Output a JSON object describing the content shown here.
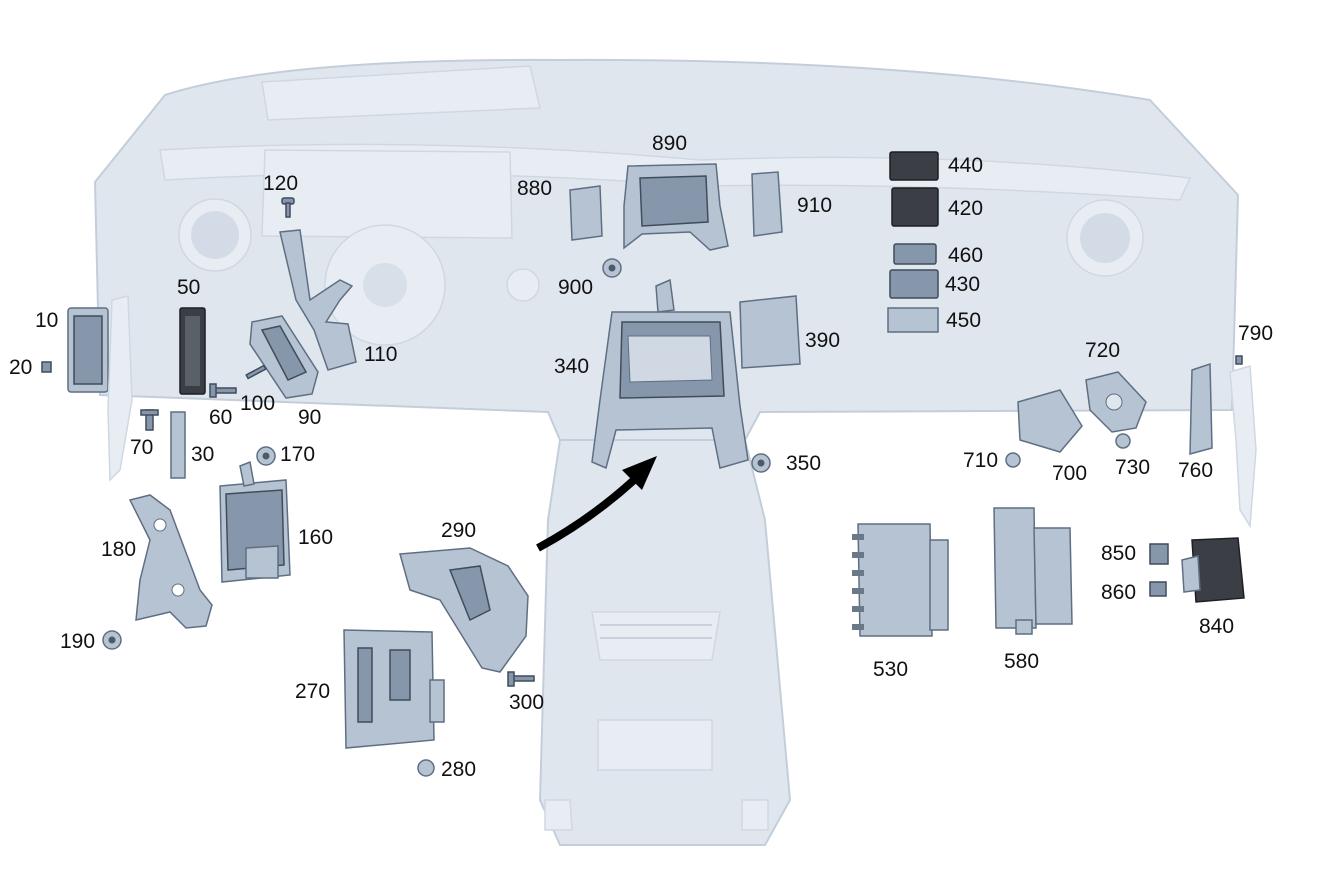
{
  "diagram": {
    "callouts": [
      "10",
      "20",
      "30",
      "50",
      "60",
      "70",
      "90",
      "100",
      "110",
      "120",
      "160",
      "170",
      "180",
      "190",
      "270",
      "280",
      "290",
      "300",
      "340",
      "350",
      "390",
      "420",
      "430",
      "440",
      "450",
      "460",
      "530",
      "580",
      "700",
      "710",
      "720",
      "730",
      "760",
      "790",
      "840",
      "850",
      "860",
      "880",
      "890",
      "900",
      "910"
    ],
    "colors": {
      "background": "#ffffff",
      "ghost_dashboard": "#dfe6ee",
      "part_fill": "#b6c3d3",
      "part_outline": "#5f6f83",
      "arrow": "#000000"
    }
  }
}
